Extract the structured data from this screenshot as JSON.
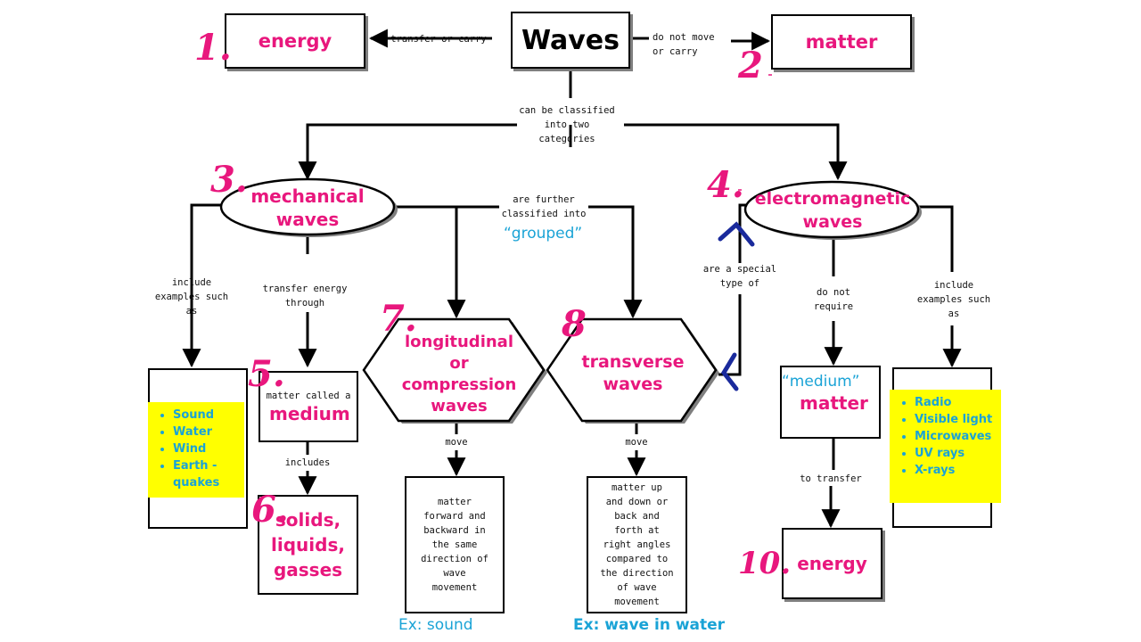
{
  "title": "Waves",
  "energy_top": "energy",
  "matter_top": "matter",
  "transfer_or_carry": "transfer or carry",
  "do_not_move_or_carry": [
    "do not move",
    "or carry"
  ],
  "classified": [
    "can be classified",
    "into two",
    "categories"
  ],
  "mechanical": [
    "mechanical",
    "waves"
  ],
  "electromagnetic": [
    "electromagnetic",
    "waves"
  ],
  "further": [
    "are further",
    "classified into"
  ],
  "grouped": "“grouped”",
  "include_left": [
    "include",
    "examples such",
    "as"
  ],
  "transfer_energy": [
    "transfer energy",
    "through"
  ],
  "special": [
    "are a special",
    "type of"
  ],
  "do_not_require": [
    "do not",
    "require"
  ],
  "include_right": [
    "include",
    "examples such",
    "as"
  ],
  "longitudinal": [
    "longitudinal",
    "or",
    "compression",
    "waves"
  ],
  "transverse": [
    "transverse",
    "waves"
  ],
  "matter_called": "matter called a",
  "medium_word": "medium",
  "includes": "includes",
  "solids": [
    "solids,",
    "liquids,",
    "gasses"
  ],
  "move_left": "move",
  "move_right": "move",
  "long_desc": [
    "matter",
    "forward and",
    "backward in",
    "the same",
    "direction of",
    "wave",
    "movement"
  ],
  "trans_desc": [
    "matter up",
    "and down or",
    "back and",
    "forth at",
    "right angles",
    "compared to",
    "the direction",
    "of wave",
    "movement"
  ],
  "medium_quoted": "“medium”",
  "matter_right": "matter",
  "to_transfer": "to transfer",
  "energy_bottom": "energy",
  "mech_examples": [
    "Sound",
    "Water",
    "Wind",
    "Earth - quakes"
  ],
  "em_examples": [
    "Radio",
    "Visible light",
    "Microwaves",
    "UV rays",
    "X-rays"
  ],
  "ex_sound": "Ex: sound",
  "ex_water": "Ex: wave in water",
  "numbers": [
    "1.",
    "2",
    "3.",
    "4.",
    "5.",
    "6.",
    "7.",
    "8",
    "10."
  ],
  "colors": {
    "pink": "#e8177d",
    "blue": "#1aa3d6",
    "highlight": "#ffff00"
  }
}
